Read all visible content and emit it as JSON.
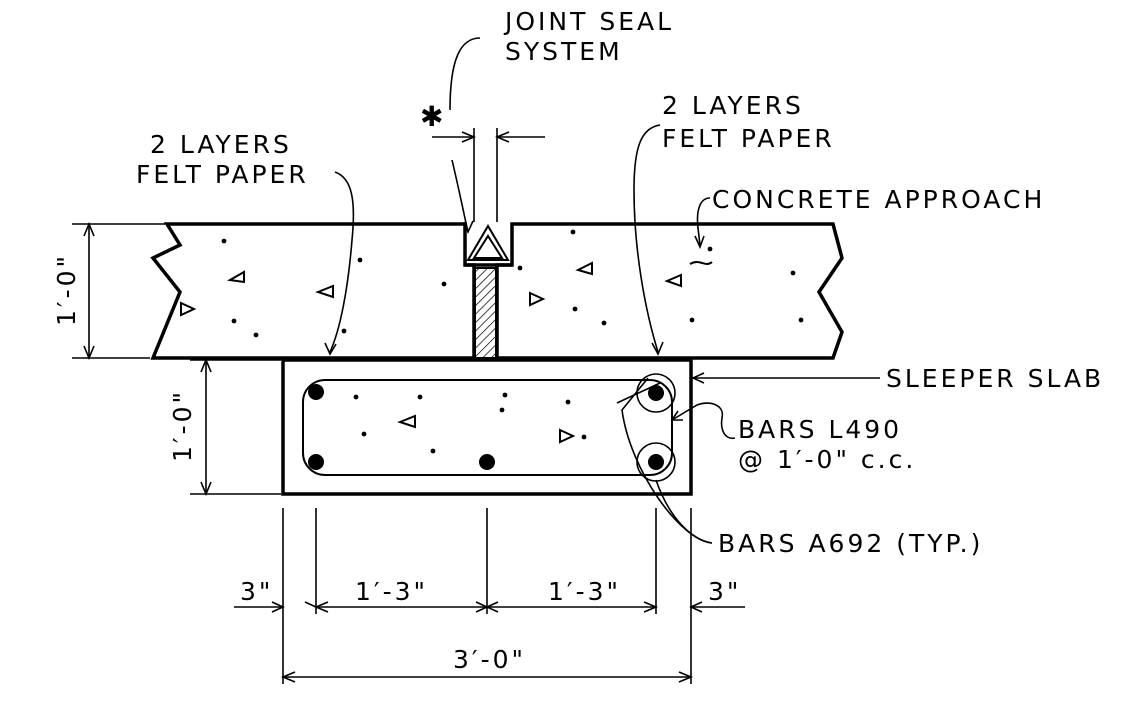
{
  "labels": {
    "joint_seal_1": "JOINT SEAL",
    "joint_seal_2": "SYSTEM",
    "asterisk": "✱",
    "felt_left_1": "2 LAYERS",
    "felt_left_2": "FELT PAPER",
    "felt_right_1": "2 LAYERS",
    "felt_right_2": "FELT PAPER",
    "concrete_approach": "CONCRETE APPROACH",
    "sleeper_slab": "SLEEPER SLAB",
    "bars_l490_1": "BARS L490",
    "bars_l490_2": "@ 1′-0\" c.c.",
    "bars_a692": "BARS A692 (TYP.)"
  },
  "dimensions": {
    "approach_thickness": "1′-0\"",
    "sleeper_thickness": "1′-0\"",
    "cover_left": "3\"",
    "span_left": "1′-3\"",
    "span_right": "1′-3\"",
    "cover_right": "3\"",
    "total_width": "3′-0\""
  }
}
